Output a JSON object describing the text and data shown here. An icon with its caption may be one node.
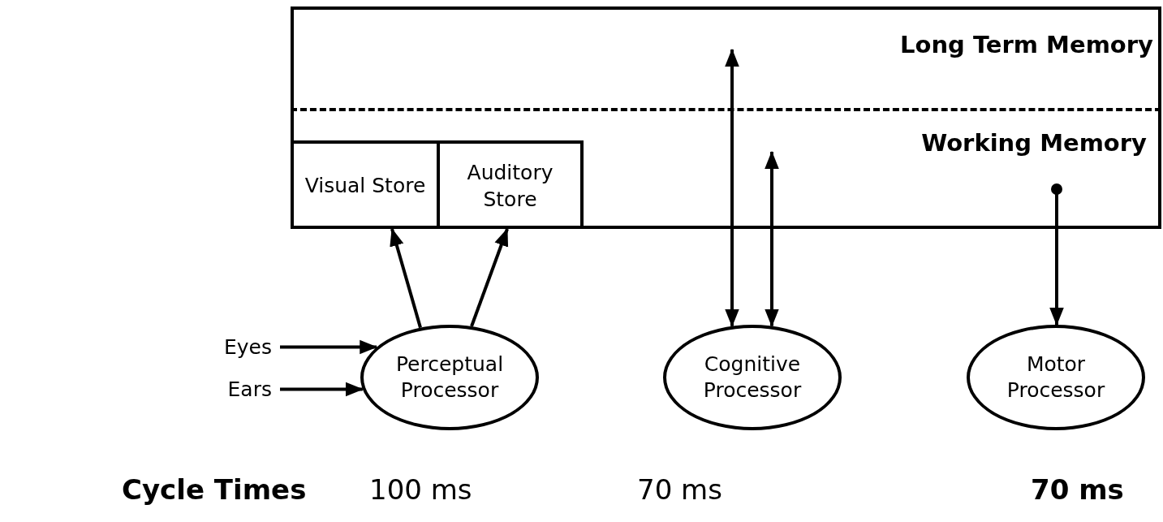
{
  "diagram": {
    "nodes": [
      {
        "text": [
          "Long Term Memory"
        ]
      },
      {
        "text": [
          "Working Memory"
        ]
      },
      {
        "text": [
          "Visual Store"
        ],
        "in": 1
      },
      {
        "text": [
          "Auditory Store"
        ],
        "in": 1
      },
      {
        "text": [
          "Eyes"
        ]
      },
      {
        "text": [
          "Ears"
        ]
      },
      {
        "text": [
          "Perceptual Processor"
        ]
      },
      {
        "text": [
          "Cognitive Processor"
        ]
      },
      {
        "text": [
          "Motor Processor"
        ]
      }
    ],
    "edges": [
      {
        "from": 4,
        "to": 6,
        "arrow": "to"
      },
      {
        "from": 5,
        "to": 6,
        "arrow": "to"
      },
      {
        "from": 6,
        "to": 2,
        "arrow": "to"
      },
      {
        "from": 6,
        "to": 3,
        "arrow": "to"
      },
      {
        "from": 7,
        "to": 0,
        "arrow": "both"
      },
      {
        "from": 7,
        "to": 1,
        "arrow": "both"
      },
      {
        "from": 1,
        "to": 8,
        "arrow": "to"
      }
    ],
    "labels": [
      "Cycle Times",
      "100 ms",
      "70 ms",
      "70 ms"
    ]
  }
}
